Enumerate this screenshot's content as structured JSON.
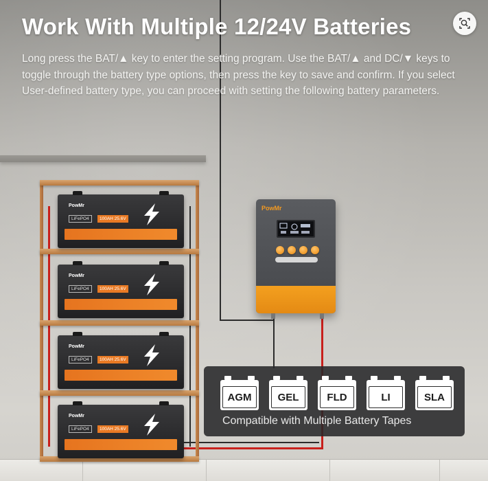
{
  "header": {
    "title": "Work With Multiple 12/24V Batteries",
    "description": "Long press the BAT/▲ key to enter the setting program. Use the BAT/▲ and DC/▼ keys to toggle through the battery type options, then press the key to save and confirm. If you select User-defined battery type, you can proceed with setting the following battery parameters."
  },
  "zoom": {
    "icon": "zoom-magnifier-icon"
  },
  "battery_rack": {
    "batteries": [
      {
        "brand": "PowMr",
        "chemistry": "LiFePO4",
        "rating": "100AH 25.6V"
      },
      {
        "brand": "PowMr",
        "chemistry": "LiFePO4",
        "rating": "100AH 25.6V"
      },
      {
        "brand": "PowMr",
        "chemistry": "LiFePO4",
        "rating": "100AH 25.6V"
      },
      {
        "brand": "PowMr",
        "chemistry": "LiFePO4",
        "rating": "100AH 25.6V"
      }
    ]
  },
  "controller": {
    "brand": "PowMr"
  },
  "compat": {
    "types": [
      "AGM",
      "GEL",
      "FLD",
      "LI",
      "SLA"
    ],
    "caption": "Compatible with Multiple Battery Tapes"
  },
  "colors": {
    "accent_orange": "#f39a21",
    "battery_body": "#2a2a2c",
    "panel_bg": "#2b2b2d",
    "cable_red": "#c8201c"
  }
}
